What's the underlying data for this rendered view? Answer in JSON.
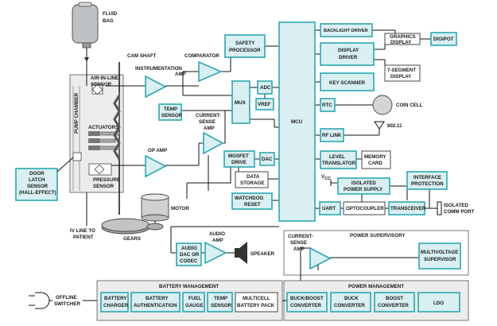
{
  "labels": {
    "fluid_bag": [
      "FLUID",
      "BAG"
    ],
    "cam_shaft": "CAM SHAFT",
    "pump_chamber": "PUMP CHAMBER",
    "air_in_line_sensor": [
      "AIR-IN-LINE",
      "SENSOR"
    ],
    "actuators": "ACTUATORS",
    "pressure_sensor": [
      "PRESSURE",
      "SENSOR"
    ],
    "door_latch_sensor": [
      "DOOR",
      "LATCH",
      "SENSOR",
      "(HALL-EFFECT)"
    ],
    "iv_line": [
      "IV LINE TO",
      "PATIENT"
    ],
    "gears": "GEARS",
    "motor": "MOTOR",
    "instrumentation_amp": [
      "INSTRUMENTATION",
      "AMP"
    ],
    "comparator": "COMPARATOR",
    "safety_processor": [
      "SAFETY",
      "PROCESSOR"
    ],
    "temp_sensor": [
      "TEMP",
      "SENSOR"
    ],
    "mux": "MUX",
    "adc": "ADC",
    "vref": "VREF",
    "current_sense_amp": [
      "CURRENT-",
      "SENSE",
      "AMP"
    ],
    "op_amp": "OP AMP",
    "mosfet_drive": [
      "MOSFET",
      "DRIVE"
    ],
    "dac": "DAC",
    "data_storage": [
      "DATA",
      "STORAGE"
    ],
    "watchdog_reset": [
      "WATCHDOG",
      "RESET"
    ],
    "mcu": "MCU",
    "backlight_driver": "BACKLIGHT DRIVER",
    "display_driver": [
      "DISPLAY",
      "DRIVER"
    ],
    "key_scanner": "KEY SCANNER",
    "graphics_display": [
      "GRAPHICS",
      "DISPLAY"
    ],
    "digipot": "DIGIPOT",
    "seven_segment_display": [
      "7-SEGMENT",
      "DISPLAY"
    ],
    "rtc": "RTC",
    "coin_cell": "COIN CELL",
    "rf_link": "RF LINK",
    "wifi": "802.11",
    "level_translator": [
      "LEVEL",
      "TRANSLATOR"
    ],
    "memory_card": [
      "MEMORY",
      "CARD"
    ],
    "vcc": "V",
    "vcc_sub": "CC",
    "isolated_power_supply": [
      "ISOLATED",
      "POWER SUPPLY"
    ],
    "interface_protection": [
      "INTERFACE",
      "PROTECTION"
    ],
    "uart": "UART",
    "optocoupler": "OPTOCOUPLER",
    "transceiver": "TRANSCEIVER",
    "isolated_comm_port": [
      "ISOLATED",
      "COMM PORT"
    ],
    "audio_dac": [
      "AUDIO",
      "DAC OR",
      "CODEC"
    ],
    "audio_amp": [
      "AUDIO",
      "AMP"
    ],
    "speaker": "SPEAKER",
    "power_supervisory": "POWER SUPERVISORY",
    "ps_current_sense_amp": [
      "CURRENT-",
      "SENSE",
      "AMP"
    ],
    "multivoltage_supervisor": [
      "MULTIVOLTAGE",
      "SUPERVISOR"
    ],
    "battery_management": "BATTERY MANAGEMENT",
    "battery_charger": [
      "BATTERY",
      "CHARGER"
    ],
    "battery_authentication": [
      "BATTERY",
      "AUTHENTICATION"
    ],
    "fuel_gauge": [
      "FUEL",
      "GAUGE"
    ],
    "bm_temp_sensor": [
      "TEMP",
      "SENSOR"
    ],
    "multicell_battery_pack": [
      "MULTICELL",
      "BATTERY PACK"
    ],
    "power_management": "POWER MANAGEMENT",
    "buck_boost_converter": [
      "BUCK/BOOST",
      "CONVERTER"
    ],
    "buck_converter": [
      "BUCK",
      "CONVERTER"
    ],
    "boost_converter": [
      "BOOST",
      "CONVERTER"
    ],
    "ldo": "LDO",
    "offline_switcher": [
      "OFFLINE",
      "SWITCHER"
    ]
  },
  "colors": {
    "block_fill": "#d9eff1",
    "block_stroke": "#2aa8b3",
    "group_fill": "#ececec",
    "line": "#111111"
  }
}
